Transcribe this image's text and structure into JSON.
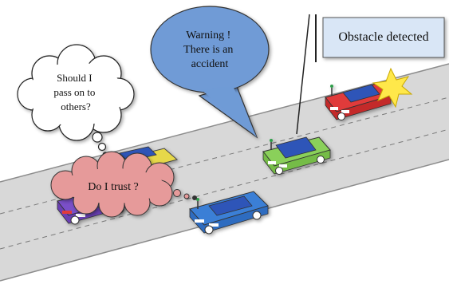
{
  "thought_pass_on": [
    "Should I",
    "pass on to",
    "others?"
  ],
  "thought_trust": "Do I trust ?",
  "warning_bubble": [
    "Warning !",
    "There is an",
    "accident"
  ],
  "obstacle_label": "Obstacle detected",
  "colors": {
    "road": "#d8d8d8",
    "road_edge": "#8c8c8c",
    "lane_dash": "#7a7a7a",
    "warning_bubble": "#6f9bd6",
    "obstacle_box": "#d9e6f6",
    "trust_cloud": "#e69a9a",
    "car_red": "#e03a3a",
    "car_green": "#8ad05a",
    "car_yellow": "#e6d84a",
    "car_purple": "#7a4fc8",
    "car_blue": "#3b7fd6",
    "car_roof_blue": "#2f55b8",
    "crash_star": "#ffe84a"
  }
}
